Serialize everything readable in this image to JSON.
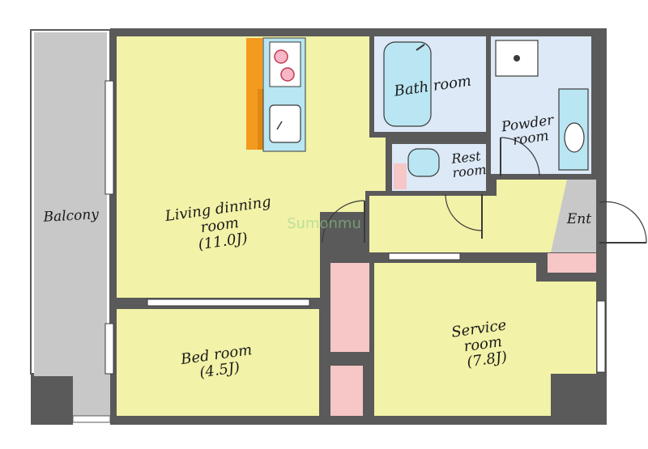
{
  "rooms": {
    "balcony": "Balcony",
    "bath": "Bath room",
    "powder": [
      "Powder",
      "room"
    ],
    "rest": [
      "Rest",
      "room"
    ],
    "living": [
      "Living dinning",
      "room",
      "(11.0J)"
    ],
    "entrance": "Ent",
    "service": [
      "Service",
      "room",
      "(7.8J)"
    ],
    "bedroom": [
      "Bed room",
      "(4.5J)"
    ]
  },
  "watermark": "Sumonmu",
  "colors": {
    "wall": "#5a5a5a",
    "floor": "#f2f2a8",
    "balcony": "#c8c8c8",
    "wet": "#dde9f7",
    "storage": "#f7c6c6",
    "counter": "#f39a1f",
    "fixture": "#b9e6f2"
  }
}
